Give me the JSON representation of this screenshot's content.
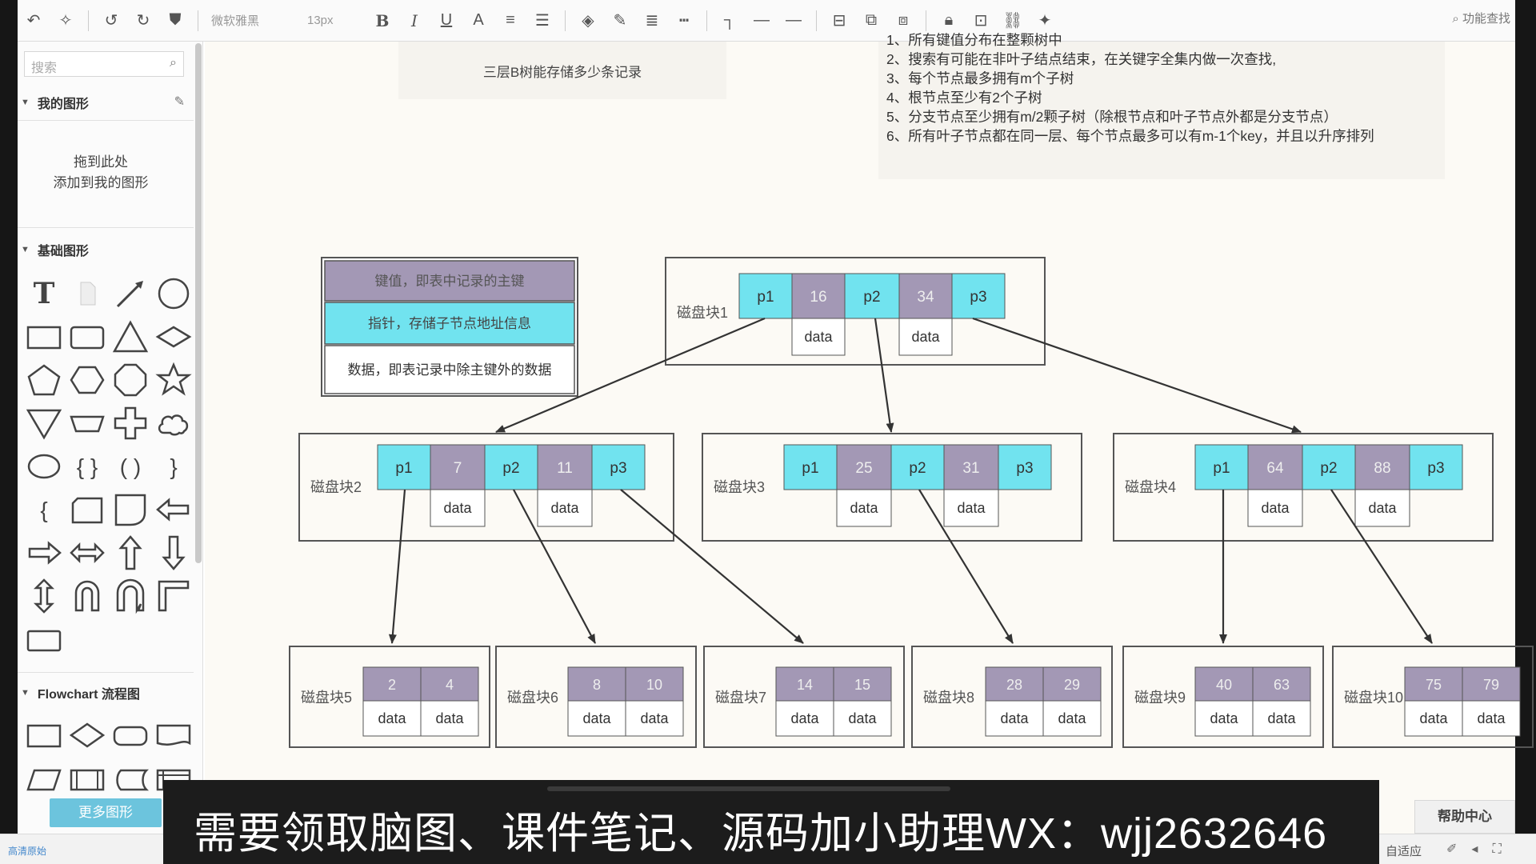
{
  "toolbar": {
    "font_name": "微软雅黑",
    "font_size": "13px",
    "search_label": "功能查找"
  },
  "sidebar": {
    "search_placeholder": "搜索",
    "my_shapes_title": "我的图形",
    "drop_hint_line1": "拖到此处",
    "drop_hint_line2": "添加到我的图形",
    "basic_shapes_title": "基础图形",
    "flowchart_title": "Flowchart 流程图",
    "more_shapes_label": "更多图形"
  },
  "canvas": {
    "title_note": "三层B树能存储多少条记录",
    "rules_cut": "1、所有键值分布在整颗树中",
    "rules": [
      "2、搜索有可能在非叶子结点结束，在关键字全集内做一次查找,",
      "3、每个节点最多拥有m个子树",
      "4、根节点至少有2个子树",
      "5、分支节点至少拥有m/2颗子树（除根节点和叶子节点外都是分支节点）",
      "6、所有叶子节点都在同一层、每个节点最多可以有m-1个key，并且以升序排列"
    ]
  },
  "legend": {
    "key": "键值，即表中记录的主键",
    "pointer": "指针，存储子节点地址信息",
    "data": "数据，即表记录中除主键外的数据"
  },
  "colors": {
    "key_fill": "#a398b5",
    "pointer_fill": "#71e3ef",
    "data_fill": "#ffffff",
    "canvas_bg": "#fcfaf5"
  },
  "tree": {
    "data_label": "data",
    "root": {
      "label": "磁盘块1",
      "keys": [
        "16",
        "34"
      ],
      "pointers": [
        "p1",
        "p2",
        "p3"
      ]
    },
    "level2": [
      {
        "label": "磁盘块2",
        "keys": [
          "7",
          "11"
        ],
        "pointers": [
          "p1",
          "p2",
          "p3"
        ]
      },
      {
        "label": "磁盘块3",
        "keys": [
          "25",
          "31"
        ],
        "pointers": [
          "p1",
          "p2",
          "p3"
        ]
      },
      {
        "label": "磁盘块4",
        "keys": [
          "64",
          "88"
        ],
        "pointers": [
          "p1",
          "p2",
          "p3"
        ]
      }
    ],
    "leaves": [
      {
        "label": "磁盘块5",
        "keys": [
          "2",
          "4"
        ]
      },
      {
        "label": "磁盘块6",
        "keys": [
          "8",
          "10"
        ]
      },
      {
        "label": "磁盘块7",
        "keys": [
          "14",
          "15"
        ]
      },
      {
        "label": "磁盘块8",
        "keys": [
          "28",
          "29"
        ]
      },
      {
        "label": "磁盘块9",
        "keys": [
          "40",
          "63"
        ]
      },
      {
        "label": "磁盘块10",
        "keys": [
          "75",
          "79"
        ]
      }
    ]
  },
  "status": {
    "left_text": "高清原始",
    "zoom_label": "自适应",
    "help_label": "帮助中心"
  },
  "caption": "需要领取脑图、课件笔记、源码加小助理WX：wjj2632646"
}
